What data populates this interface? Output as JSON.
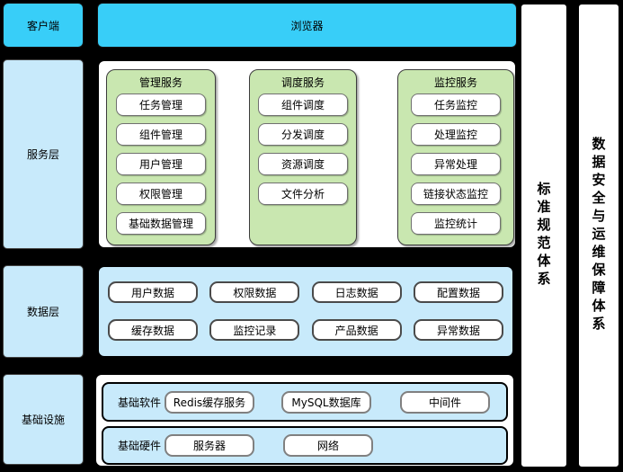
{
  "client": {
    "label": "客户端"
  },
  "browser": {
    "label": "浏览器"
  },
  "service_layer": {
    "label": "服务层",
    "panels": [
      {
        "title": "管理服务",
        "items": [
          "任务管理",
          "组件管理",
          "用户管理",
          "权限管理",
          "基础数据管理"
        ]
      },
      {
        "title": "调度服务",
        "items": [
          "组件调度",
          "分发调度",
          "资源调度",
          "文件分析"
        ]
      },
      {
        "title": "监控服务",
        "items": [
          "任务监控",
          "处理监控",
          "异常处理",
          "链接状态监控",
          "监控统计"
        ]
      }
    ]
  },
  "data_layer": {
    "label": "数据层",
    "rows": [
      [
        "用户数据",
        "权限数据",
        "日志数据",
        "配置数据"
      ],
      [
        "缓存数据",
        "监控记录",
        "产品数据",
        "异常数据"
      ]
    ]
  },
  "infrastructure": {
    "label": "基础设施",
    "rows": [
      {
        "label": "基础软件",
        "items": [
          "Redis缓存服务",
          "MySQL数据库",
          "中间件"
        ]
      },
      {
        "label": "基础硬件",
        "items": [
          "服务器",
          "网络"
        ]
      }
    ]
  },
  "side_bars": [
    {
      "label": "标准规范体系"
    },
    {
      "label": "数据安全与运维保障体系"
    }
  ],
  "colors": {
    "background": "#000000",
    "cyan": "#38CEF8",
    "light_blue": "#C8EAFB",
    "green": "#C9E7B0",
    "box_white": "#FFFFFF",
    "text": "#000000"
  }
}
